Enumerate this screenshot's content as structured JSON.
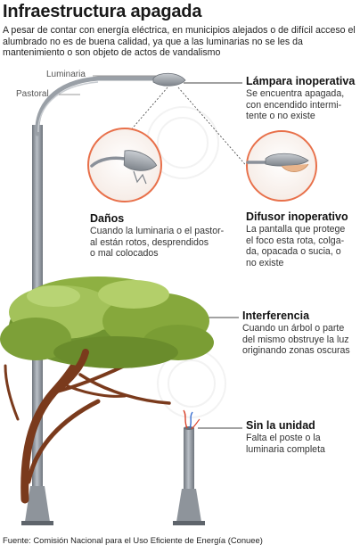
{
  "title": "Infraestructura apagada",
  "intro": "A pesar de contar con energía eléctrica, en municipios alejados o de difícil acceso el alumbrado no es de buena calidad, ya que a las luminarias no se les da mantenimiento o son objeto de actos de vandalismo",
  "part_labels": {
    "luminaria": "Luminaria",
    "pastoral": "Pastoral"
  },
  "annotations": {
    "lampara": {
      "heading": "Lámpara inoperativa",
      "lines": [
        "Se encuentra apagada,",
        "con encendido intermi-",
        "tente o no existe"
      ]
    },
    "danos": {
      "heading": "Daños",
      "lines": [
        "Cuando la luminaria o el pastor-",
        "al están rotos, desprendidos",
        "o mal colocados"
      ]
    },
    "difusor": {
      "heading": "Difusor inoperativo",
      "lines": [
        "La pantalla que protege",
        "el foco esta rota, colga-",
        "da, opacada o sucia, o",
        "no existe"
      ]
    },
    "interferencia": {
      "heading": "Interferencia",
      "lines": [
        "Cuando un árbol o parte",
        "del mismo obstruye la luz",
        "originando zonas oscuras"
      ]
    },
    "sin_unidad": {
      "heading": "Sin la unidad",
      "lines": [
        "Falta el poste o la",
        "luminaria completa"
      ]
    }
  },
  "source": "Fuente: Comisión Nacional para el Uso Eficiente de Energía (Conuee)",
  "colors": {
    "pole": "#8a9099",
    "circle": "#e8704a",
    "foliage": "#86a83c",
    "trunk": "#7a3a1c"
  }
}
